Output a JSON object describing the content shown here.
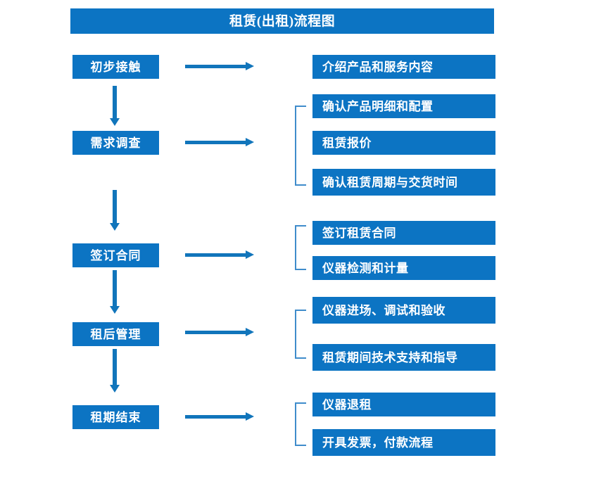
{
  "chart_data": {
    "type": "diagram",
    "title": "租赁(出租)流程图",
    "diagram_kind": "flowchart",
    "orientation": "vertical-with-side-details",
    "stages": [
      {
        "stage": "初步接触",
        "details": [
          "介绍产品和服务内容"
        ],
        "bracketed": false
      },
      {
        "stage": "需求调查",
        "details": [
          "确认产品明细和配置",
          "租赁报价",
          "确认租赁周期与交货时间"
        ],
        "bracketed": true
      },
      {
        "stage": "签订合同",
        "details": [
          "签订租赁合同",
          "仪器检测和计量"
        ],
        "bracketed": true
      },
      {
        "stage": "租后管理",
        "details": [
          "仪器进场、调试和验收",
          "租赁期间技术支持和指导"
        ],
        "bracketed": true
      },
      {
        "stage": "租期结束",
        "details": [
          "仪器退租",
          "开具发票，付款流程"
        ],
        "bracketed": true
      }
    ]
  },
  "title": {
    "text": "租赁(出租)流程图"
  },
  "colors": {
    "box_fill": "#0c74c3",
    "box_text": "#ffffff",
    "arrow": "#1175bb",
    "bracket": "#3f8ccb",
    "background": "#ffffff"
  },
  "stages": [
    {
      "label": "初步接触"
    },
    {
      "label": "需求调查"
    },
    {
      "label": "签订合同"
    },
    {
      "label": "租后管理"
    },
    {
      "label": "租期结束"
    }
  ],
  "details": [
    {
      "label": "介绍产品和服务内容"
    },
    {
      "label": "确认产品明细和配置"
    },
    {
      "label": "租赁报价"
    },
    {
      "label": "确认租赁周期与交货时间"
    },
    {
      "label": "签订租赁合同"
    },
    {
      "label": "仪器检测和计量"
    },
    {
      "label": "仪器进场、调试和验收"
    },
    {
      "label": "租赁期间技术支持和指导"
    },
    {
      "label": "仪器退租"
    },
    {
      "label": "开具发票，付款流程"
    }
  ]
}
